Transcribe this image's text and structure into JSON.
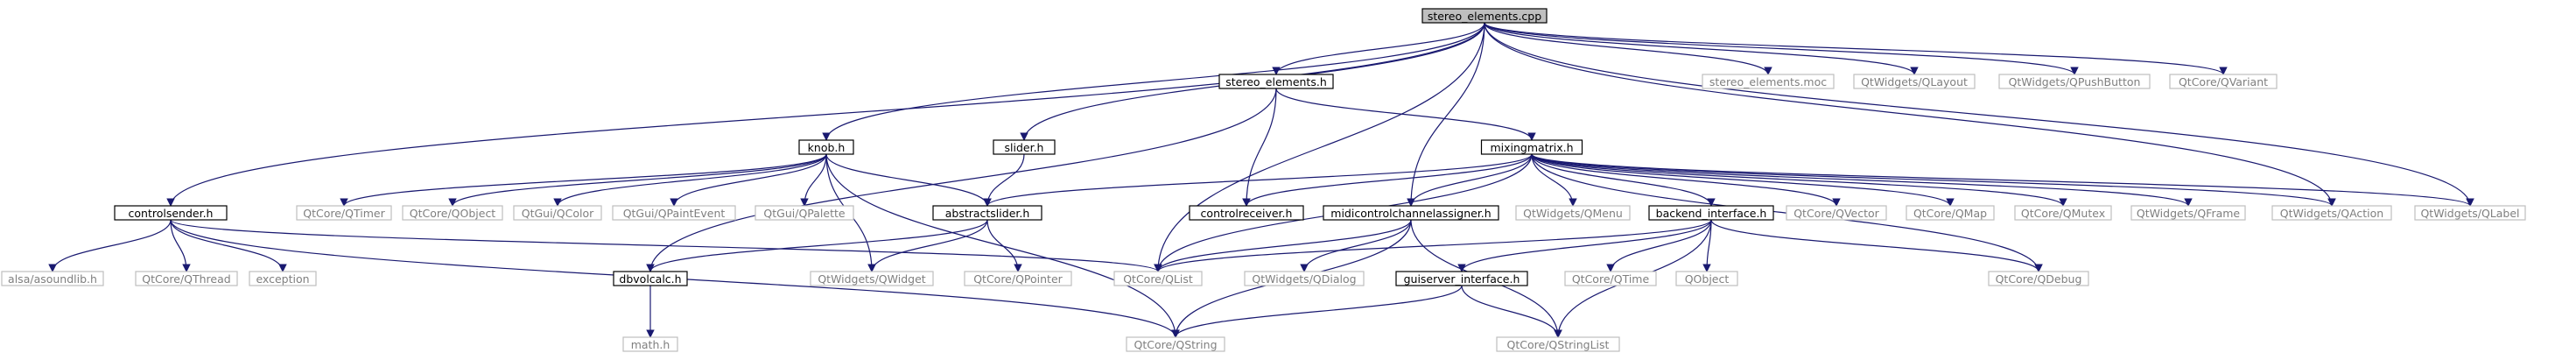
{
  "nodes": [
    {
      "id": "stereo_elements_cpp",
      "label": "stereo_elements.cpp",
      "style": "root"
    },
    {
      "id": "stereo_elements_h",
      "label": "stereo_elements.h",
      "style": "doc"
    },
    {
      "id": "stereo_elements_moc",
      "label": "stereo_elements.moc",
      "style": "ext"
    },
    {
      "id": "qtwidgets_qlayout",
      "label": "QtWidgets/QLayout",
      "style": "ext"
    },
    {
      "id": "qtwidgets_qpushbutton",
      "label": "QtWidgets/QPushButton",
      "style": "ext"
    },
    {
      "id": "qtcore_qvariant",
      "label": "QtCore/QVariant",
      "style": "ext"
    },
    {
      "id": "knob_h",
      "label": "knob.h",
      "style": "doc"
    },
    {
      "id": "slider_h",
      "label": "slider.h",
      "style": "doc"
    },
    {
      "id": "mixingmatrix_h",
      "label": "mixingmatrix.h",
      "style": "doc"
    },
    {
      "id": "controlsender_h",
      "label": "controlsender.h",
      "style": "doc"
    },
    {
      "id": "qtcore_qtimer",
      "label": "QtCore/QTimer",
      "style": "ext"
    },
    {
      "id": "qtcore_qobject",
      "label": "QtCore/QObject",
      "style": "ext"
    },
    {
      "id": "qtgui_qcolor",
      "label": "QtGui/QColor",
      "style": "ext"
    },
    {
      "id": "qtgui_qpaintevent",
      "label": "QtGui/QPaintEvent",
      "style": "ext"
    },
    {
      "id": "qtgui_qpalette",
      "label": "QtGui/QPalette",
      "style": "ext"
    },
    {
      "id": "abstractslider_h",
      "label": "abstractslider.h",
      "style": "doc"
    },
    {
      "id": "controlreceiver_h",
      "label": "controlreceiver.h",
      "style": "doc"
    },
    {
      "id": "midicontrolchannelassigner_h",
      "label": "midicontrolchannelassigner.h",
      "style": "doc"
    },
    {
      "id": "qtwidgets_qmenu",
      "label": "QtWidgets/QMenu",
      "style": "ext"
    },
    {
      "id": "backend_interface_h",
      "label": "backend_interface.h",
      "style": "doc"
    },
    {
      "id": "qtcore_qvector",
      "label": "QtCore/QVector",
      "style": "ext"
    },
    {
      "id": "qtcore_qmap",
      "label": "QtCore/QMap",
      "style": "ext"
    },
    {
      "id": "qtcore_qmutex",
      "label": "QtCore/QMutex",
      "style": "ext"
    },
    {
      "id": "qtwidgets_qframe",
      "label": "QtWidgets/QFrame",
      "style": "ext"
    },
    {
      "id": "qtwidgets_qaction",
      "label": "QtWidgets/QAction",
      "style": "ext"
    },
    {
      "id": "qtwidgets_qlabel",
      "label": "QtWidgets/QLabel",
      "style": "ext"
    },
    {
      "id": "alsa_asoundlib_h",
      "label": "alsa/asoundlib.h",
      "style": "ext"
    },
    {
      "id": "qtcore_qthread",
      "label": "QtCore/QThread",
      "style": "ext"
    },
    {
      "id": "exception",
      "label": "exception",
      "style": "ext"
    },
    {
      "id": "dbvolcalc_h",
      "label": "dbvolcalc.h",
      "style": "doc"
    },
    {
      "id": "qtwidgets_qwidget",
      "label": "QtWidgets/QWidget",
      "style": "ext"
    },
    {
      "id": "qtcore_qpointer",
      "label": "QtCore/QPointer",
      "style": "ext"
    },
    {
      "id": "qtcore_qlist",
      "label": "QtCore/QList",
      "style": "ext"
    },
    {
      "id": "qtwidgets_qdialog",
      "label": "QtWidgets/QDialog",
      "style": "ext"
    },
    {
      "id": "guiserver_interface_h",
      "label": "guiserver_interface.h",
      "style": "doc"
    },
    {
      "id": "qtcore_qtime",
      "label": "QtCore/QTime",
      "style": "ext"
    },
    {
      "id": "qobject",
      "label": "QObject",
      "style": "ext"
    },
    {
      "id": "qtcore_qdebug",
      "label": "QtCore/QDebug",
      "style": "ext"
    },
    {
      "id": "math_h",
      "label": "math.h",
      "style": "ext"
    },
    {
      "id": "qtcore_qstring",
      "label": "QtCore/QString",
      "style": "ext"
    },
    {
      "id": "qtcore_qstringlist",
      "label": "QtCore/QStringList",
      "style": "ext"
    }
  ],
  "edges": [
    [
      "stereo_elements_cpp",
      "stereo_elements_h"
    ],
    [
      "stereo_elements_cpp",
      "stereo_elements_moc"
    ],
    [
      "stereo_elements_cpp",
      "qtwidgets_qlayout"
    ],
    [
      "stereo_elements_cpp",
      "qtwidgets_qpushbutton"
    ],
    [
      "stereo_elements_cpp",
      "qtcore_qvariant"
    ],
    [
      "stereo_elements_cpp",
      "knob_h"
    ],
    [
      "stereo_elements_cpp",
      "slider_h"
    ],
    [
      "stereo_elements_cpp",
      "controlsender_h"
    ],
    [
      "stereo_elements_cpp",
      "qtcore_qlist"
    ],
    [
      "stereo_elements_cpp",
      "midicontrolchannelassigner_h"
    ],
    [
      "stereo_elements_cpp",
      "qtwidgets_qaction"
    ],
    [
      "stereo_elements_cpp",
      "qtwidgets_qlabel"
    ],
    [
      "stereo_elements_h",
      "mixingmatrix_h"
    ],
    [
      "stereo_elements_h",
      "controlreceiver_h"
    ],
    [
      "stereo_elements_h",
      "dbvolcalc_h"
    ],
    [
      "knob_h",
      "qtcore_qtimer"
    ],
    [
      "knob_h",
      "qtcore_qobject"
    ],
    [
      "knob_h",
      "qtgui_qcolor"
    ],
    [
      "knob_h",
      "qtgui_qpaintevent"
    ],
    [
      "knob_h",
      "qtgui_qpalette"
    ],
    [
      "knob_h",
      "abstractslider_h"
    ],
    [
      "knob_h",
      "qtwidgets_qwidget"
    ],
    [
      "knob_h",
      "qtcore_qstring"
    ],
    [
      "slider_h",
      "abstractslider_h"
    ],
    [
      "abstractslider_h",
      "dbvolcalc_h"
    ],
    [
      "abstractslider_h",
      "qtwidgets_qwidget"
    ],
    [
      "abstractslider_h",
      "qtcore_qpointer"
    ],
    [
      "mixingmatrix_h",
      "abstractslider_h"
    ],
    [
      "mixingmatrix_h",
      "controlreceiver_h"
    ],
    [
      "mixingmatrix_h",
      "midicontrolchannelassigner_h"
    ],
    [
      "mixingmatrix_h",
      "qtwidgets_qmenu"
    ],
    [
      "mixingmatrix_h",
      "backend_interface_h"
    ],
    [
      "mixingmatrix_h",
      "qtcore_qvector"
    ],
    [
      "mixingmatrix_h",
      "qtcore_qmap"
    ],
    [
      "mixingmatrix_h",
      "qtcore_qmutex"
    ],
    [
      "mixingmatrix_h",
      "qtwidgets_qframe"
    ],
    [
      "mixingmatrix_h",
      "qtwidgets_qaction"
    ],
    [
      "mixingmatrix_h",
      "qtwidgets_qlabel"
    ],
    [
      "mixingmatrix_h",
      "qtcore_qlist"
    ],
    [
      "mixingmatrix_h",
      "qtcore_qdebug"
    ],
    [
      "controlsender_h",
      "alsa_asoundlib_h"
    ],
    [
      "controlsender_h",
      "qtcore_qthread"
    ],
    [
      "controlsender_h",
      "exception"
    ],
    [
      "controlsender_h",
      "qtcore_qlist"
    ],
    [
      "controlsender_h",
      "qtcore_qstring"
    ],
    [
      "midicontrolchannelassigner_h",
      "qtcore_qlist"
    ],
    [
      "midicontrolchannelassigner_h",
      "qtwidgets_qdialog"
    ],
    [
      "midicontrolchannelassigner_h",
      "qtcore_qstring"
    ],
    [
      "midicontrolchannelassigner_h",
      "qtcore_qstringlist"
    ],
    [
      "backend_interface_h",
      "qtcore_qlist"
    ],
    [
      "backend_interface_h",
      "guiserver_interface_h"
    ],
    [
      "backend_interface_h",
      "qtcore_qtime"
    ],
    [
      "backend_interface_h",
      "qobject"
    ],
    [
      "backend_interface_h",
      "qtcore_qdebug"
    ],
    [
      "backend_interface_h",
      "qtcore_qstringlist"
    ],
    [
      "guiserver_interface_h",
      "qtcore_qstring"
    ],
    [
      "guiserver_interface_h",
      "qtcore_qstringlist"
    ],
    [
      "dbvolcalc_h",
      "math_h"
    ]
  ],
  "colors": {
    "edge": "#191970",
    "root_fill": "#bfbfbf",
    "doc_fill": "#ffffff",
    "doc_stroke": "#000000",
    "ext_stroke": "#bfbfbf",
    "ext_text": "#7f7f7f"
  }
}
